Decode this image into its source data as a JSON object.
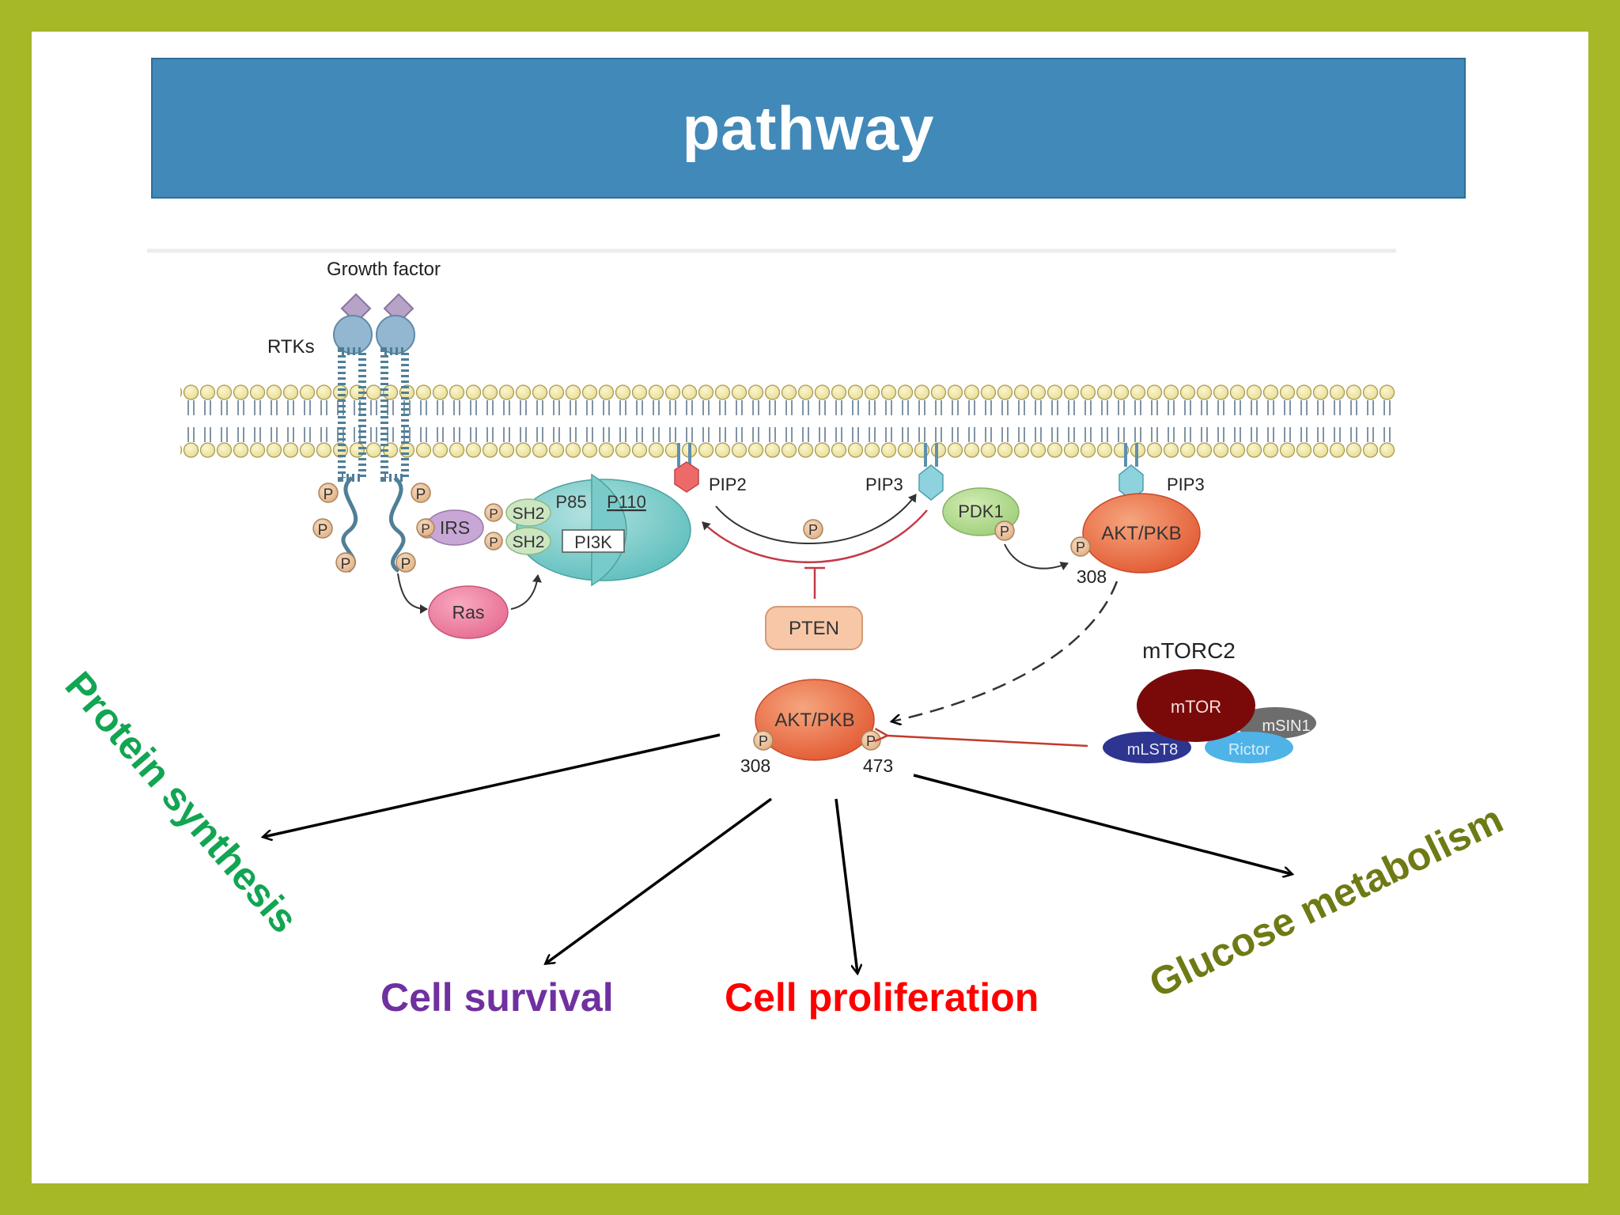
{
  "title": "pathway",
  "diagram": {
    "growth_factor": "Growth factor",
    "rtks": "RTKs",
    "p": "P",
    "irs": "IRS",
    "sh2": "SH2",
    "p85": "P85",
    "p110": "P110",
    "pi3k": "PI3K",
    "ras": "Ras",
    "pip2": "PIP2",
    "pip3": "PIP3",
    "pdk1": "PDK1",
    "akt": "AKT/PKB",
    "pten": "PTEN",
    "site_308": "308",
    "site_473": "473",
    "mtorc2": "mTORC2",
    "mtor": "mTOR",
    "msin1": "mSIN1",
    "mlst8": "mLST8",
    "rictor": "Rictor"
  },
  "outcomes": {
    "protein_synthesis": "Protein synthesis",
    "cell_survival": "Cell survival",
    "cell_proliferation": "Cell proliferation",
    "glucose_metabolism": "Glucose metabolism"
  },
  "colors": {
    "frame": "#a6b727",
    "title_bar": "#4189b8",
    "protein_synthesis": "#12a552",
    "cell_survival": "#7030a0",
    "cell_proliferation": "#ff0000",
    "glucose_metabolism": "#6f7a14"
  }
}
